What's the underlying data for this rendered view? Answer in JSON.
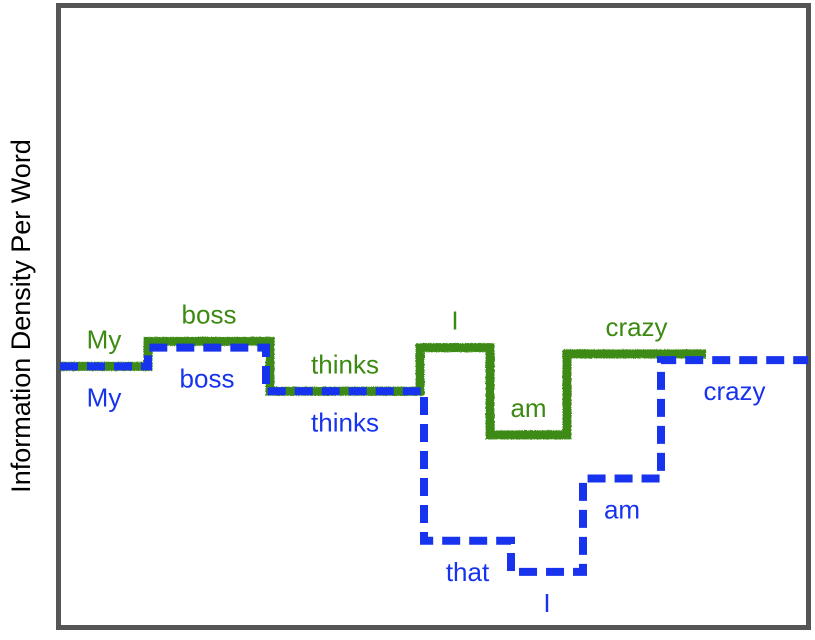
{
  "chart_data": {
    "type": "line",
    "title": "",
    "xlabel": "",
    "ylabel": "Information Density Per Word",
    "ylim": [
      0,
      1
    ],
    "grid": false,
    "legend": "none",
    "series": [
      {
        "color": "#3d8a12",
        "style": "solid-rough",
        "words": [
          "My",
          "boss",
          "thinks",
          "I",
          "am",
          "crazy"
        ],
        "values": [
          0.42,
          0.46,
          0.38,
          0.45,
          0.31,
          0.44
        ]
      },
      {
        "color": "#1733ee",
        "style": "dashed",
        "words": [
          "My",
          "boss",
          "thinks",
          "that",
          "I",
          "am",
          "crazy"
        ],
        "values": [
          0.42,
          0.45,
          0.38,
          0.14,
          0.09,
          0.24,
          0.43
        ]
      }
    ]
  }
}
